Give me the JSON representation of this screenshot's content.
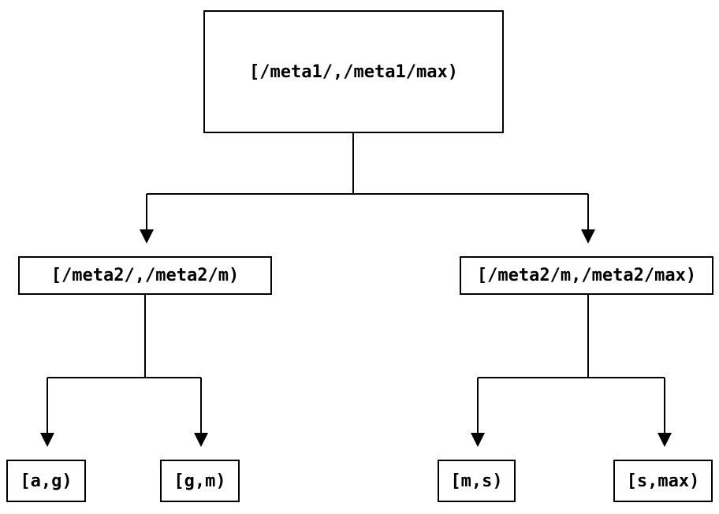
{
  "diagram": {
    "type": "tree",
    "colors": {
      "background": "#ffffff",
      "line": "#000000",
      "box_border": "#000000",
      "text": "#000000"
    },
    "nodes": {
      "root": {
        "label": "[/meta1/,/meta1/max)"
      },
      "level2_left": {
        "label": "[/meta2/,/meta2/m)"
      },
      "level2_right": {
        "label": "[/meta2/m,/meta2/max)"
      },
      "leaf_ag": {
        "label": "[a,g)"
      },
      "leaf_gm": {
        "label": "[g,m)"
      },
      "leaf_ms": {
        "label": "[m,s)"
      },
      "leaf_smax": {
        "label": "[s,max)"
      }
    },
    "edges": [
      {
        "from": "root",
        "to": "level2_left"
      },
      {
        "from": "root",
        "to": "level2_right"
      },
      {
        "from": "level2_left",
        "to": "leaf_ag"
      },
      {
        "from": "level2_left",
        "to": "leaf_gm"
      },
      {
        "from": "level2_right",
        "to": "leaf_ms"
      },
      {
        "from": "level2_right",
        "to": "leaf_smax"
      }
    ]
  }
}
